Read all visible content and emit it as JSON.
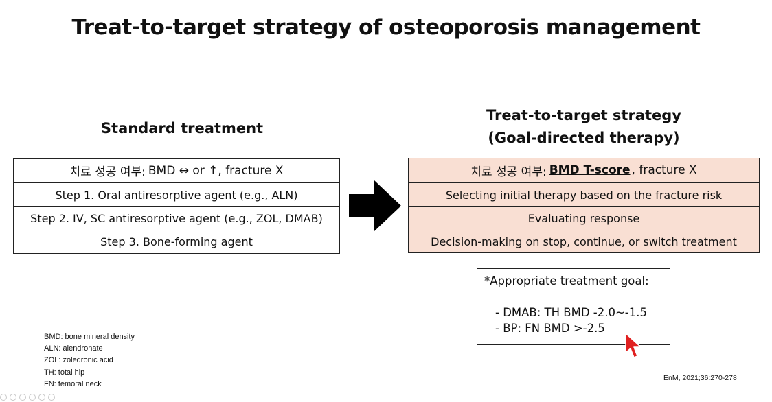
{
  "slide": {
    "title": "Treat-to-target strategy of osteoporosis management",
    "standard": {
      "heading": "Standard treatment",
      "header_kor": "치료 성공 여부:",
      "header_rest": "BMD ↔ or ↑, fracture X",
      "steps": [
        "Step 1. Oral antiresorptive agent (e.g., ALN)",
        "Step 2. IV, SC antiresorptive agent (e.g., ZOL, DMAB)",
        "Step 3. Bone-forming agent"
      ]
    },
    "t2t": {
      "heading_line1": "Treat-to-target strategy",
      "heading_line2": "(Goal-directed therapy)",
      "header_kor": "치료 성공 여부:",
      "header_bmd": "BMD T-score",
      "header_rest": ", fracture X",
      "steps": [
        "Selecting initial therapy based on the fracture risk",
        "Evaluating response",
        "Decision-making on stop, continue, or switch treatment"
      ]
    },
    "goal": {
      "title": "*Appropriate treatment goal:",
      "items": [
        "- DMAB: TH BMD -2.0~-1.5",
        "- BP: FN BMD >-2.5"
      ]
    },
    "abbreviations": [
      "BMD: bone mineral density",
      "ALN: alendronate",
      "ZOL: zoledronic acid",
      "TH: total hip",
      "FN: femoral neck"
    ],
    "citation": "EnM, 2021;36:270-278"
  },
  "icons": {
    "arrow": "right-arrow-icon",
    "cursor": "mouse-pointer-icon"
  },
  "colors": {
    "t2t_fill": "#f9dfd3",
    "border": "#222222",
    "cursor_red": "#e02020"
  }
}
